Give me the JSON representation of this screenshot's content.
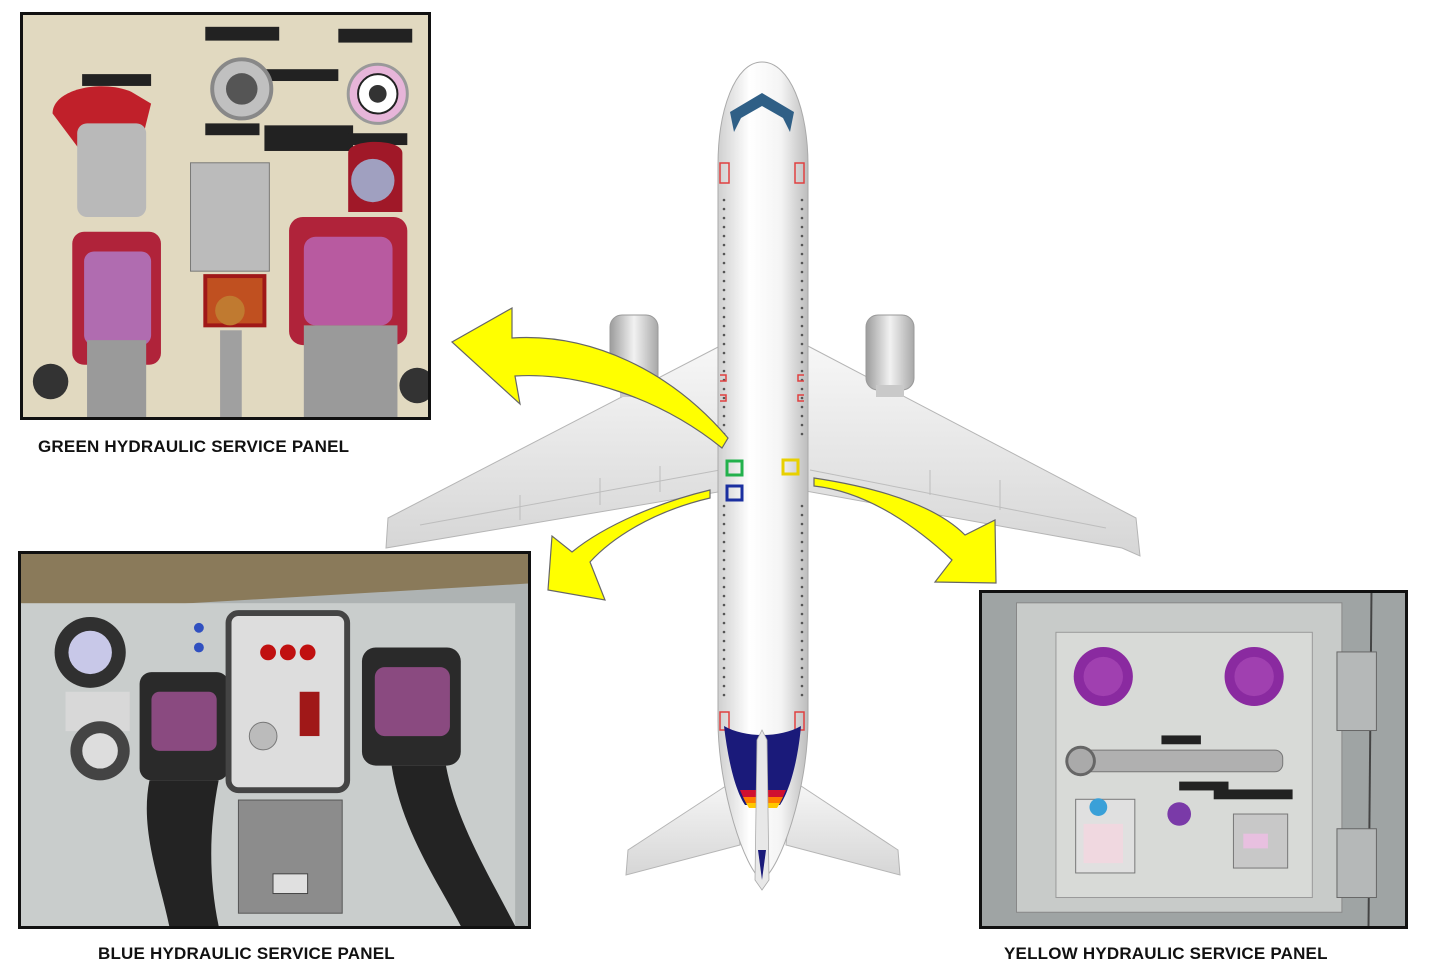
{
  "panels": {
    "green": {
      "caption": "GREEN HYDRAULIC SERVICE PANEL",
      "marker_color": "#22b14c"
    },
    "blue": {
      "caption": "BLUE HYDRAULIC SERVICE PANEL",
      "marker_color": "#1a2fa0"
    },
    "yellow": {
      "caption": "YELLOW HYDRAULIC SERVICE PANEL",
      "marker_color": "#e8d000"
    }
  },
  "colors": {
    "arrow_fill": "#ffff00",
    "arrow_stroke": "#555555",
    "fuselage": "#f2f2f2",
    "cockpit_window": "#2f5f86",
    "tail_stripes": [
      "#1a1a7a",
      "#d01030",
      "#ff7a00",
      "#ffc800"
    ]
  }
}
